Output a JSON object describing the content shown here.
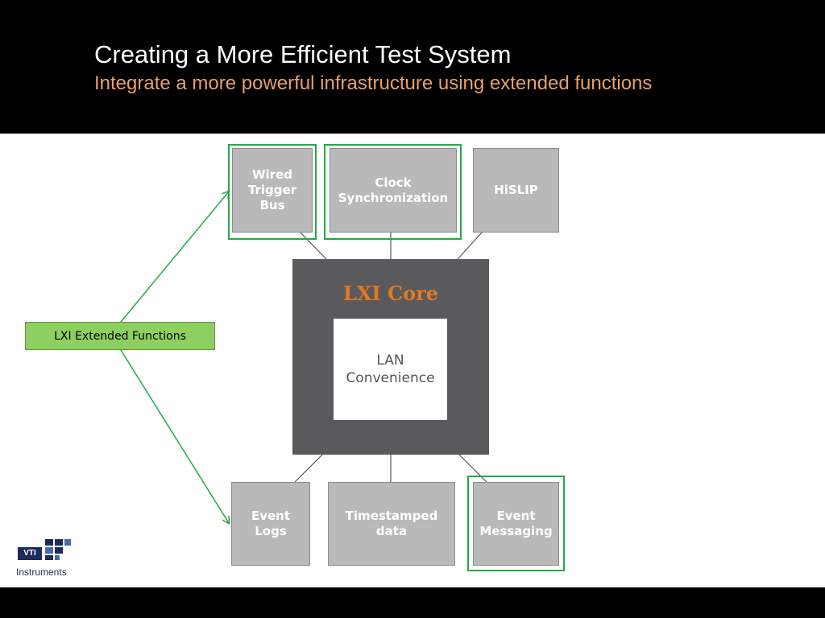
{
  "header": {
    "title": "Creating a More Efficient Test System",
    "subtitle": "Integrate a more powerful infrastructure  using extended functions"
  },
  "diagram": {
    "core_label": "LXI Core",
    "lan_label": "LAN\nConvenience",
    "extended_label": "LXI Extended Functions",
    "top_boxes": [
      {
        "label": "Wired\nTrigger\nBus",
        "highlighted": true
      },
      {
        "label": "Clock\nSynchronization",
        "highlighted": true
      },
      {
        "label": "HiSLIP",
        "highlighted": false
      }
    ],
    "bottom_boxes": [
      {
        "label": "Event\nLogs",
        "highlighted": false
      },
      {
        "label": "Timestamped\ndata",
        "highlighted": false
      },
      {
        "label": "Event\nMessaging",
        "highlighted": true
      }
    ]
  },
  "logo": {
    "mark": "VTI",
    "wordmark": "Instruments"
  },
  "colors": {
    "header_bg": "#000000",
    "subtitle": "#e8a06a",
    "box_fill": "#b9b9b9",
    "core_fill": "#5a5a5c",
    "core_label": "#e07a22",
    "highlight": "#22aa44",
    "extended_fill": "#8ed060"
  }
}
